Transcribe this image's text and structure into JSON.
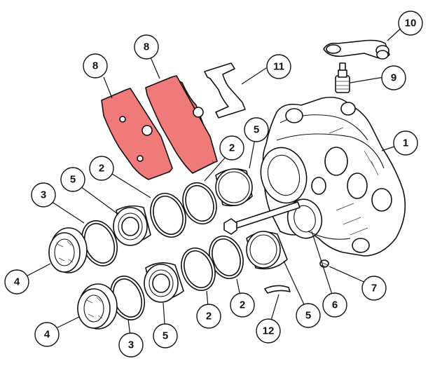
{
  "diagram": {
    "callouts": [
      {
        "id": "c1",
        "label": "1"
      },
      {
        "id": "c2a",
        "label": "2"
      },
      {
        "id": "c2b",
        "label": "2"
      },
      {
        "id": "c2c",
        "label": "2"
      },
      {
        "id": "c2d",
        "label": "2"
      },
      {
        "id": "c3a",
        "label": "3"
      },
      {
        "id": "c3b",
        "label": "3"
      },
      {
        "id": "c4a",
        "label": "4"
      },
      {
        "id": "c4b",
        "label": "4"
      },
      {
        "id": "c5a",
        "label": "5"
      },
      {
        "id": "c5b",
        "label": "5"
      },
      {
        "id": "c5c",
        "label": "5"
      },
      {
        "id": "c5d",
        "label": "5"
      },
      {
        "id": "c6",
        "label": "6"
      },
      {
        "id": "c7",
        "label": "7"
      },
      {
        "id": "c8a",
        "label": "8"
      },
      {
        "id": "c8b",
        "label": "8"
      },
      {
        "id": "c9",
        "label": "9"
      },
      {
        "id": "c10",
        "label": "10"
      },
      {
        "id": "c11",
        "label": "11"
      },
      {
        "id": "c12",
        "label": "12"
      }
    ],
    "colors": {
      "brake_pads": "#f07a7a",
      "line": "#111111",
      "background": "#ffffff"
    }
  }
}
